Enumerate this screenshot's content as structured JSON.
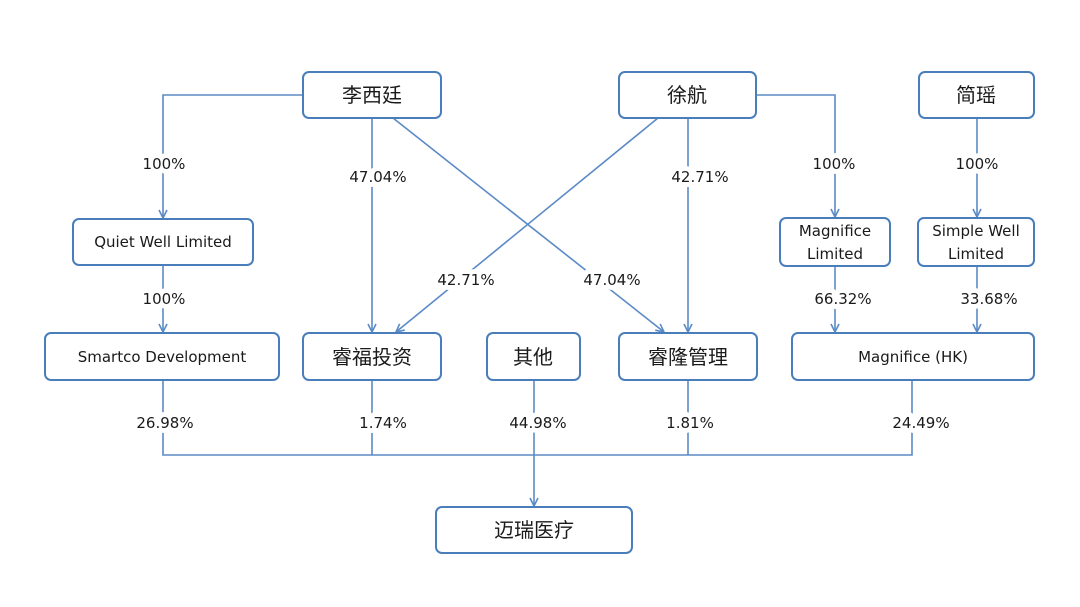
{
  "colors": {
    "line": "#5b8ac6",
    "box_border": "#4a7ebb",
    "text": "#1a1a1a"
  },
  "nodes": [
    {
      "label": "李西廷"
    },
    {
      "label": "徐航"
    },
    {
      "label": "简瑶"
    },
    {
      "label": "Quiet Well Limited"
    },
    {
      "lines": [
        "Magnifice",
        "Limited"
      ]
    },
    {
      "lines": [
        "Simple Well",
        "Limited"
      ]
    },
    {
      "label": "Smartco Development"
    },
    {
      "label": "睿福投资"
    },
    {
      "label": "其他"
    },
    {
      "label": "睿隆管理"
    },
    {
      "label": "Magnifice (HK)"
    },
    {
      "label": "迈瑞医疗"
    }
  ],
  "edges": [
    {
      "from": 0,
      "to": 3,
      "label": "100%"
    },
    {
      "from": 3,
      "to": 6,
      "label": "100%"
    },
    {
      "from": 0,
      "to": 7,
      "label": "47.04%"
    },
    {
      "from": 0,
      "to": 9,
      "label": "47.04%"
    },
    {
      "from": 1,
      "to": 7,
      "label": "42.71%"
    },
    {
      "from": 1,
      "to": 9,
      "label": "42.71%"
    },
    {
      "from": 1,
      "to": 4,
      "label": "100%"
    },
    {
      "from": 2,
      "to": 5,
      "label": "100%"
    },
    {
      "from": 4,
      "to": 10,
      "label": "66.32%"
    },
    {
      "from": 5,
      "to": 10,
      "label": "33.68%"
    },
    {
      "from": 6,
      "to": 11,
      "label": "26.98%"
    },
    {
      "from": 7,
      "to": 11,
      "label": "1.74%"
    },
    {
      "from": 8,
      "to": 11,
      "label": "44.98%"
    },
    {
      "from": 9,
      "to": 11,
      "label": "1.81%"
    },
    {
      "from": 10,
      "to": 11,
      "label": "24.49%"
    }
  ]
}
